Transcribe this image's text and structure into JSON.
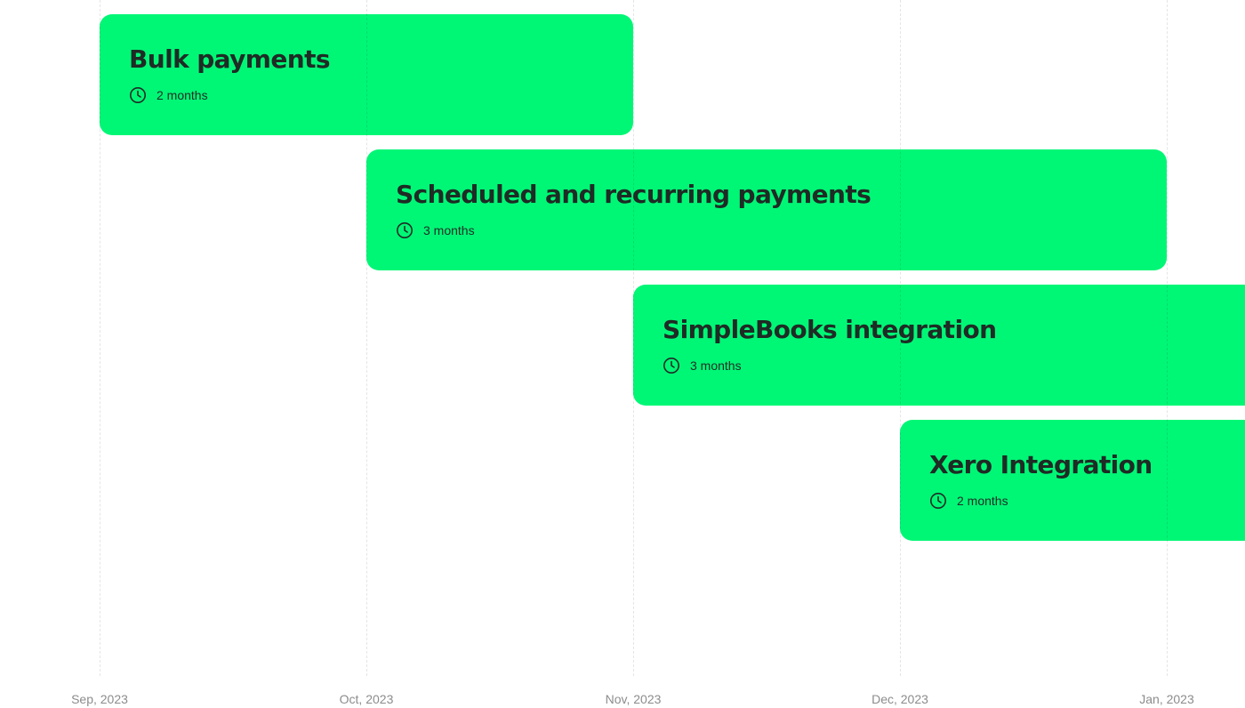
{
  "timeline": {
    "bar_color": "#00f776",
    "text_color": "#1f2b25",
    "axis_color": "#8c8c8c",
    "axis": [
      {
        "label": "Sep, 2023"
      },
      {
        "label": "Oct, 2023"
      },
      {
        "label": "Nov, 2023"
      },
      {
        "label": "Dec, 2023"
      },
      {
        "label": "Jan, 2023"
      }
    ],
    "items": [
      {
        "title": "Bulk payments",
        "duration": "2 months",
        "icon": "clock-icon"
      },
      {
        "title": "Scheduled and recurring payments",
        "duration": "3 months",
        "icon": "clock-icon"
      },
      {
        "title": "SimpleBooks integration",
        "duration": "3 months",
        "icon": "clock-icon"
      },
      {
        "title": "Xero Integration",
        "duration": "2 months",
        "icon": "clock-icon"
      }
    ]
  }
}
